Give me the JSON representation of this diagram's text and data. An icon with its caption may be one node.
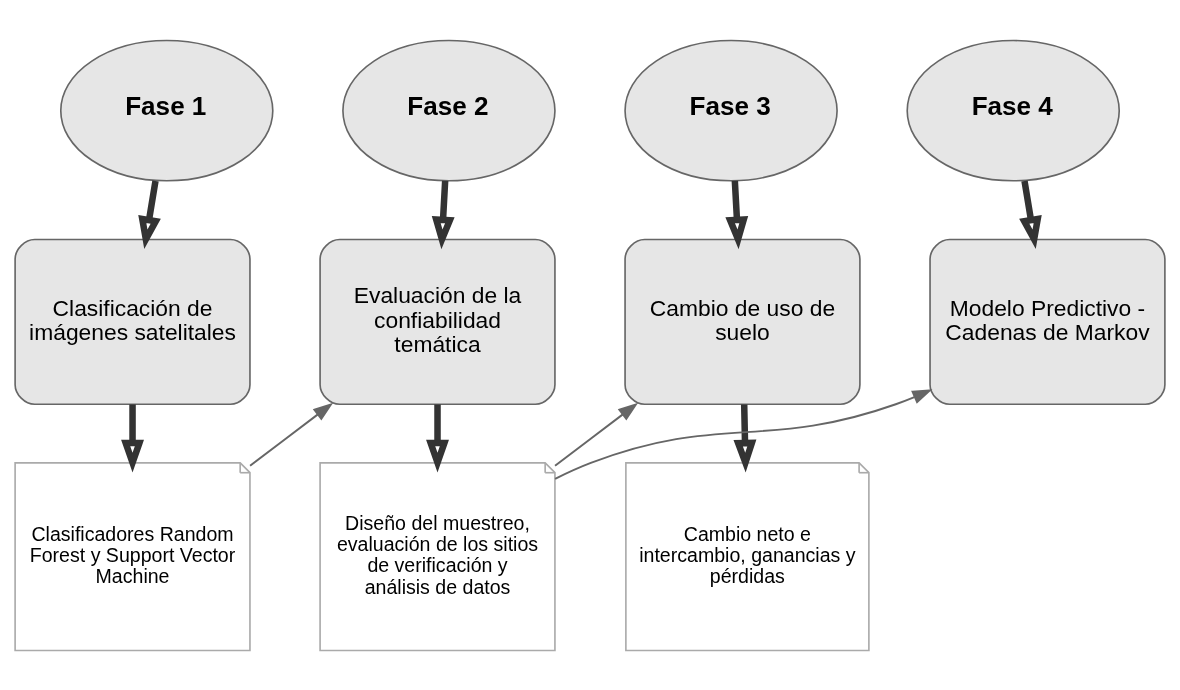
{
  "diagram": {
    "nodes": [
      {
        "text": [
          "Fase 1"
        ]
      },
      {
        "text": [
          "Fase 2"
        ]
      },
      {
        "text": [
          "Fase 3"
        ]
      },
      {
        "text": [
          "Fase 4"
        ]
      },
      {
        "text": [
          "Clasificación de imágenes satelitales"
        ]
      },
      {
        "text": [
          "Evaluación de la confiabilidad temática"
        ]
      },
      {
        "text": [
          "Cambio de uso de suelo"
        ]
      },
      {
        "text": [
          "Modelo Predictivo - Cadenas de Markov"
        ]
      },
      {
        "text": [
          "Clasificadores Random Forest y Support Vector Machine"
        ]
      },
      {
        "text": [
          "Diseño del muestreo, evaluación de los sitios de verificación y análisis de datos"
        ]
      },
      {
        "text": [
          "Cambio neto e intercambio, ganancias y pérdidas"
        ]
      }
    ],
    "edges": [
      {
        "from": 0,
        "to": 4,
        "arrow": "to"
      },
      {
        "from": 1,
        "to": 5,
        "arrow": "to"
      },
      {
        "from": 2,
        "to": 6,
        "arrow": "to"
      },
      {
        "from": 3,
        "to": 7,
        "arrow": "to"
      },
      {
        "from": 4,
        "to": 8,
        "arrow": "to"
      },
      {
        "from": 5,
        "to": 9,
        "arrow": "to"
      },
      {
        "from": 6,
        "to": 10,
        "arrow": "to"
      },
      {
        "from": 8,
        "to": 5,
        "arrow": "to",
        "color": "#666666"
      },
      {
        "from": 9,
        "to": 6,
        "arrow": "to",
        "color": "#666666"
      },
      {
        "from": 9,
        "to": 7,
        "arrow": "to",
        "color": "#666666"
      }
    ]
  }
}
